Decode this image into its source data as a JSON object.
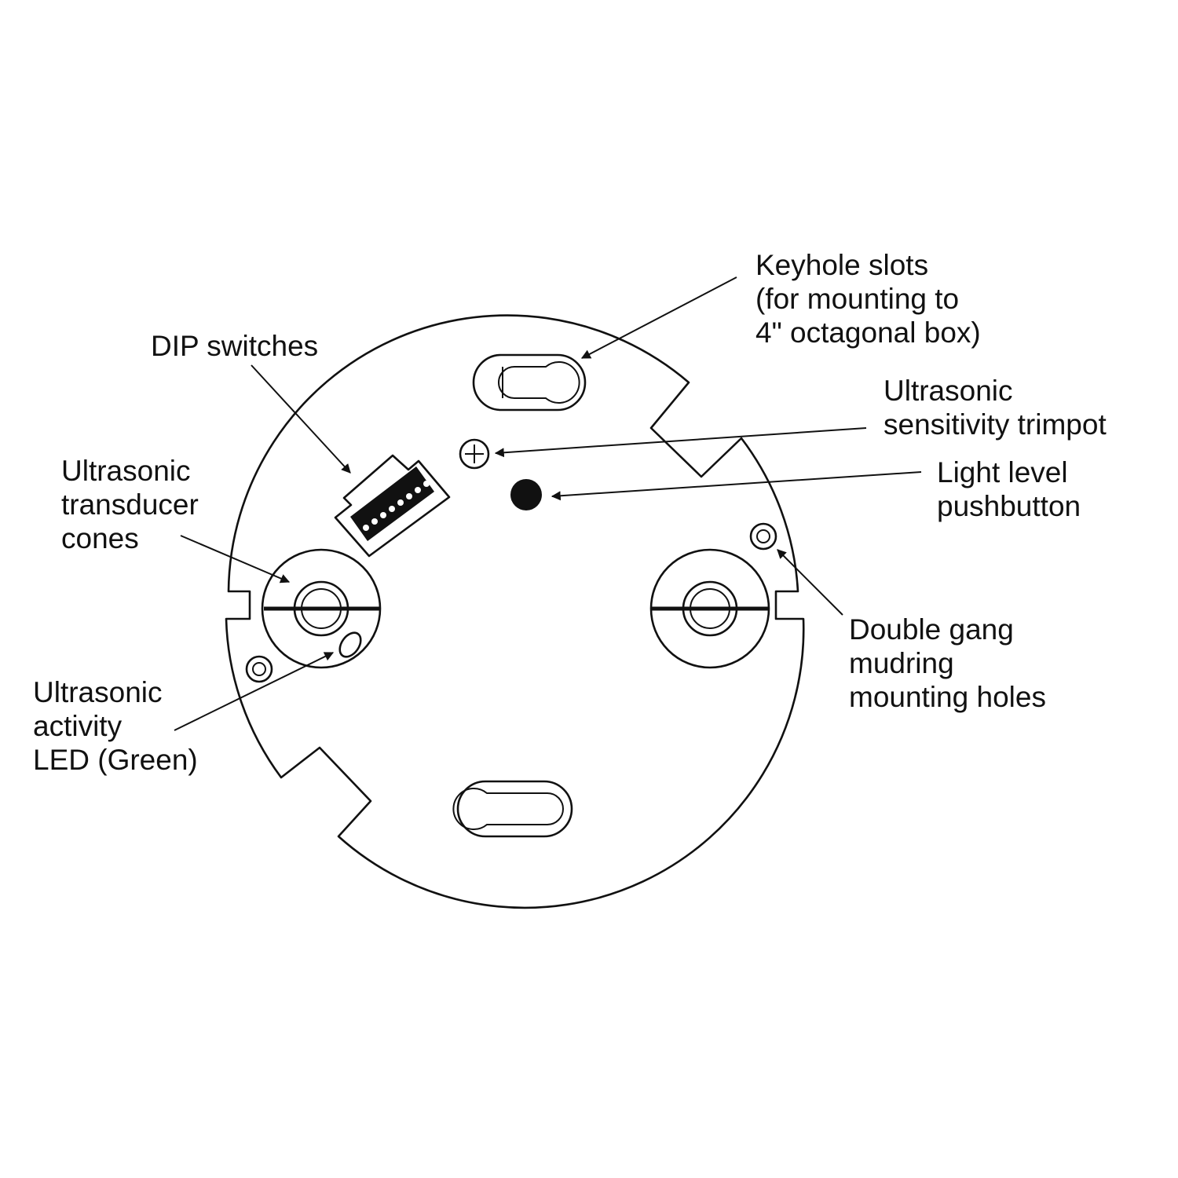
{
  "labels": {
    "keyhole_slots": [
      "Keyhole slots",
      "(for mounting to",
      "4\" octagonal box)"
    ],
    "dip_switches": [
      "DIP switches"
    ],
    "ultrasonic_trimpot": [
      "Ultrasonic",
      "sensitivity trimpot"
    ],
    "light_level_pushbutton": [
      "Light level",
      "pushbutton"
    ],
    "ultrasonic_transducer_cones": [
      "Ultrasonic",
      "transducer",
      "cones"
    ],
    "double_gang_mudring": [
      "Double gang",
      "mudring",
      "mounting holes"
    ],
    "ultrasonic_activity_led": [
      "Ultrasonic",
      "activity",
      "LED (Green)"
    ]
  },
  "colors": {
    "ink": "#111111",
    "background": "#ffffff"
  }
}
